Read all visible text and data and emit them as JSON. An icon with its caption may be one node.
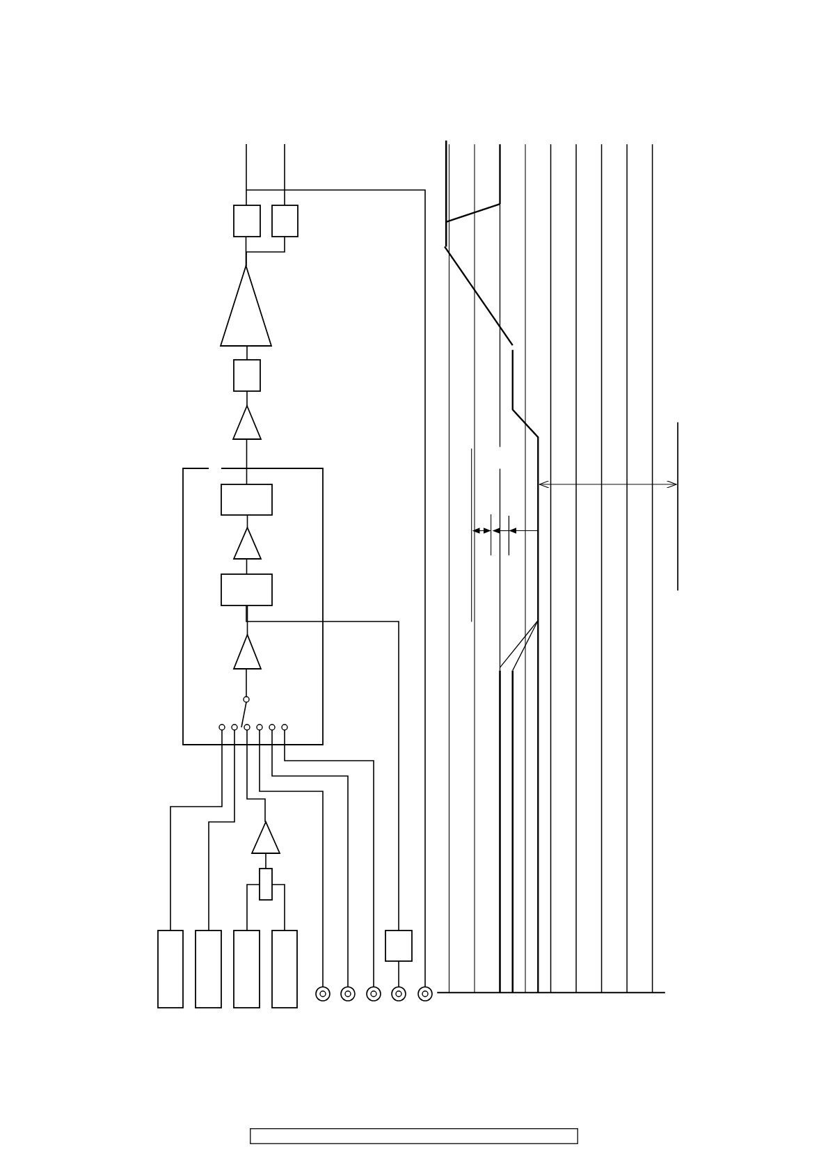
{
  "diagram": {
    "nodes": [
      {
        "text": [],
        "shape": "box"
      },
      {
        "text": [],
        "shape": "box"
      },
      {
        "text": [],
        "shape": "triangle"
      },
      {
        "text": [],
        "shape": "box"
      },
      {
        "text": [],
        "shape": "triangle"
      },
      {
        "text": [],
        "shape": "box"
      },
      {
        "text": [],
        "shape": "box",
        "in": 5
      },
      {
        "text": [],
        "shape": "triangle",
        "in": 5
      },
      {
        "text": [],
        "shape": "box",
        "in": 5
      },
      {
        "text": [],
        "shape": "triangle",
        "in": 5
      },
      {
        "text": [],
        "shape": "switch",
        "in": 5
      },
      {
        "text": [],
        "shape": "triangle"
      },
      {
        "text": [],
        "shape": "box"
      },
      {
        "text": [],
        "shape": "box"
      },
      {
        "text": [],
        "shape": "box"
      },
      {
        "text": [],
        "shape": "box"
      },
      {
        "text": [],
        "shape": "box"
      },
      {
        "text": [],
        "shape": "box"
      },
      {
        "text": [],
        "shape": "circle"
      },
      {
        "text": [],
        "shape": "circle"
      },
      {
        "text": [],
        "shape": "circle"
      },
      {
        "text": [],
        "shape": "circle"
      },
      {
        "text": [],
        "shape": "circle"
      }
    ],
    "edges": [
      {
        "from": 2,
        "to": 0,
        "arrow": "none"
      },
      {
        "from": 2,
        "to": 1,
        "arrow": "none"
      },
      {
        "from": 3,
        "to": 2,
        "arrow": "none"
      },
      {
        "from": 4,
        "to": 3,
        "arrow": "none"
      },
      {
        "from": 6,
        "to": 4,
        "arrow": "none"
      },
      {
        "from": 7,
        "to": 6,
        "arrow": "none"
      },
      {
        "from": 8,
        "to": 7,
        "arrow": "none"
      },
      {
        "from": 9,
        "to": 8,
        "arrow": "none"
      },
      {
        "from": 10,
        "to": 9,
        "arrow": "none"
      },
      {
        "from": 13,
        "to": 10,
        "arrow": "none"
      },
      {
        "from": 14,
        "to": 10,
        "arrow": "none"
      },
      {
        "from": 11,
        "to": 10,
        "arrow": "none"
      },
      {
        "from": 12,
        "to": 11,
        "arrow": "none"
      },
      {
        "from": 15,
        "to": 12,
        "arrow": "none"
      },
      {
        "from": 16,
        "to": 12,
        "arrow": "none"
      },
      {
        "from": 18,
        "to": 10,
        "arrow": "none"
      },
      {
        "from": 19,
        "to": 10,
        "arrow": "none"
      },
      {
        "from": 20,
        "to": 10,
        "arrow": "none"
      },
      {
        "from": 8,
        "to": 17,
        "arrow": "none"
      },
      {
        "from": 21,
        "to": 17,
        "arrow": "none"
      },
      {
        "from": 22,
        "to": null,
        "arrow": "none"
      },
      {
        "from": 0,
        "to": null,
        "arrow": "none"
      },
      {
        "from": 1,
        "to": null,
        "arrow": "none"
      }
    ]
  }
}
